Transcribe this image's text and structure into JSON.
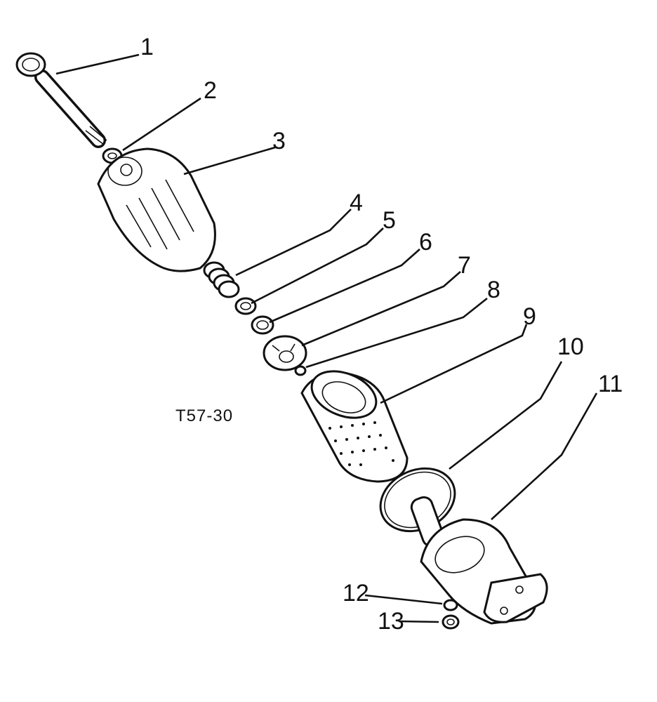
{
  "figure_code": "T57-30",
  "callouts": [
    {
      "id": "1",
      "text": "1"
    },
    {
      "id": "2",
      "text": "2"
    },
    {
      "id": "3",
      "text": "3"
    },
    {
      "id": "4",
      "text": "4"
    },
    {
      "id": "5",
      "text": "5"
    },
    {
      "id": "6",
      "text": "6"
    },
    {
      "id": "7",
      "text": "7"
    },
    {
      "id": "8",
      "text": "8"
    },
    {
      "id": "9",
      "text": "9"
    },
    {
      "id": "10",
      "text": "10"
    },
    {
      "id": "11",
      "text": "11"
    },
    {
      "id": "12",
      "text": "12"
    },
    {
      "id": "13",
      "text": "13"
    }
  ],
  "colors": {
    "ink": "#111111",
    "paper": "#ffffff"
  }
}
